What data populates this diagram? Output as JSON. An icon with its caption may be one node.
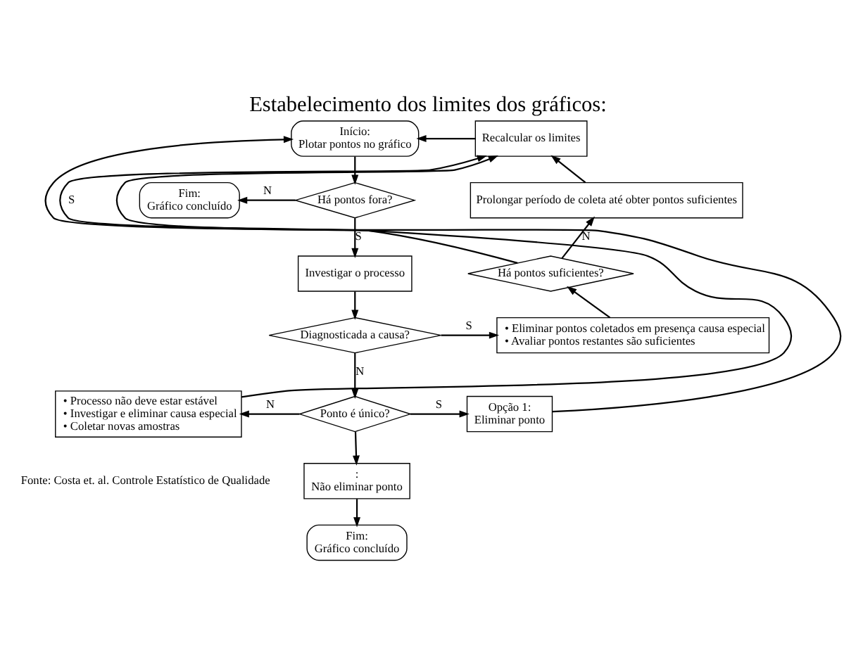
{
  "diagram": {
    "title": "Estabelecimento dos limites dos gráficos:",
    "nodes": [
      {
        "text": [
          "Início:",
          "Plotar pontos no gráfico"
        ]
      },
      {
        "text": [
          "Fim:",
          "Gráfico concluído"
        ]
      },
      {
        "text": [
          "Há pontos fora?"
        ]
      },
      {
        "text": [
          "Investigar o processo"
        ]
      },
      {
        "text": [
          "Diagnosticada a causa?"
        ]
      },
      {
        "text": [
          "• Eliminar pontos coletados em presença causa especial",
          "• Avaliar pontos restantes são suficientes"
        ]
      },
      {
        "text": [
          "Há pontos suficientes?"
        ]
      },
      {
        "text": [
          "Prolongar período de coleta até obter pontos suficientes"
        ]
      },
      {
        "text": [
          "Recalcular os limites"
        ]
      },
      {
        "text": [
          "• Processo não deve estar estável",
          "• Investigar e eliminar causa especial",
          "• Coletar novas amostras"
        ]
      },
      {
        "text": [
          "Ponto é único?"
        ]
      },
      {
        "text": [
          "Opção 1:",
          "Eliminar ponto"
        ]
      },
      {
        "text": [
          ":",
          "Não eliminar ponto"
        ]
      },
      {
        "text": [
          "Fim:",
          "Gráfico concluído"
        ]
      }
    ],
    "edges": [
      {
        "from": 0,
        "to": 2,
        "arrow": "to"
      },
      {
        "from": 2,
        "to": 1,
        "arrow": "to",
        "label": "N"
      },
      {
        "from": 2,
        "to": 3,
        "arrow": "to",
        "label": "S"
      },
      {
        "from": 3,
        "to": 4,
        "arrow": "to"
      },
      {
        "from": 4,
        "to": 5,
        "arrow": "to",
        "label": "S"
      },
      {
        "from": 4,
        "to": 10,
        "arrow": "to",
        "label": "N"
      },
      {
        "from": 5,
        "to": 6,
        "arrow": "to"
      },
      {
        "from": 6,
        "to": 7,
        "arrow": "to",
        "label": "N"
      },
      {
        "from": 7,
        "to": 8,
        "arrow": "to"
      },
      {
        "from": 6,
        "to": 8,
        "arrow": "to",
        "label": "S"
      },
      {
        "from": 8,
        "to": 0,
        "arrow": "to"
      },
      {
        "from": 10,
        "to": 9,
        "arrow": "to",
        "label": "N"
      },
      {
        "from": 10,
        "to": 11,
        "arrow": "to",
        "label": "S"
      },
      {
        "from": 10,
        "to": 12,
        "arrow": "to"
      },
      {
        "from": 11,
        "to": 8,
        "arrow": "to"
      },
      {
        "from": 9,
        "to": 0,
        "arrow": "to"
      },
      {
        "from": 12,
        "to": 13,
        "arrow": "to"
      }
    ],
    "labels": [
      "Fonte: Costa et. al. Controle Estatístico de Qualidade"
    ]
  }
}
